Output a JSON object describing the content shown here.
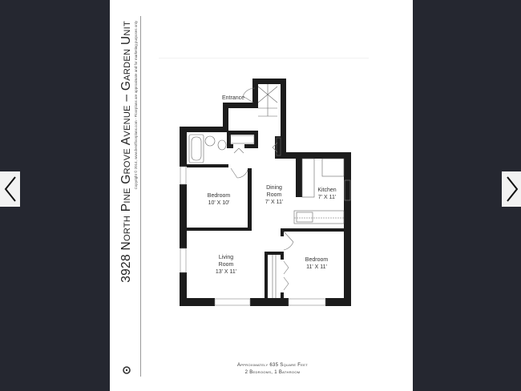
{
  "viewer": {
    "background_color": "#252730",
    "prev_button": {
      "icon": "chevron-left-icon"
    },
    "next_button": {
      "icon": "chevron-right-icon"
    }
  },
  "floorplan": {
    "title": "3928 North Pine Grove Avenue – Garden Unit",
    "copyright": "Copyright © 2014, www.bestfloorplans.com - Floorplans are approximate and for marketing purposes only",
    "logo_icon": "brand-logo-icon",
    "rooms": [
      {
        "name": "Entrance",
        "size": ""
      },
      {
        "name": "Bedroom",
        "size": "10' X 10'"
      },
      {
        "name": "Dining Room",
        "name_line1": "Dining",
        "name_line2": "Room",
        "size": "7' X 11'"
      },
      {
        "name": "Kitchen",
        "size": "7' X 11'"
      },
      {
        "name": "Living Room",
        "name_line1": "Living",
        "name_line2": "Room",
        "size": "13' X 11'"
      },
      {
        "name": "Bedroom",
        "size": "11' X 11'"
      }
    ],
    "summary": {
      "area": "Approximately 635 Square Feet",
      "rooms": "2 Bedrooms, 1 Bathroom"
    }
  }
}
